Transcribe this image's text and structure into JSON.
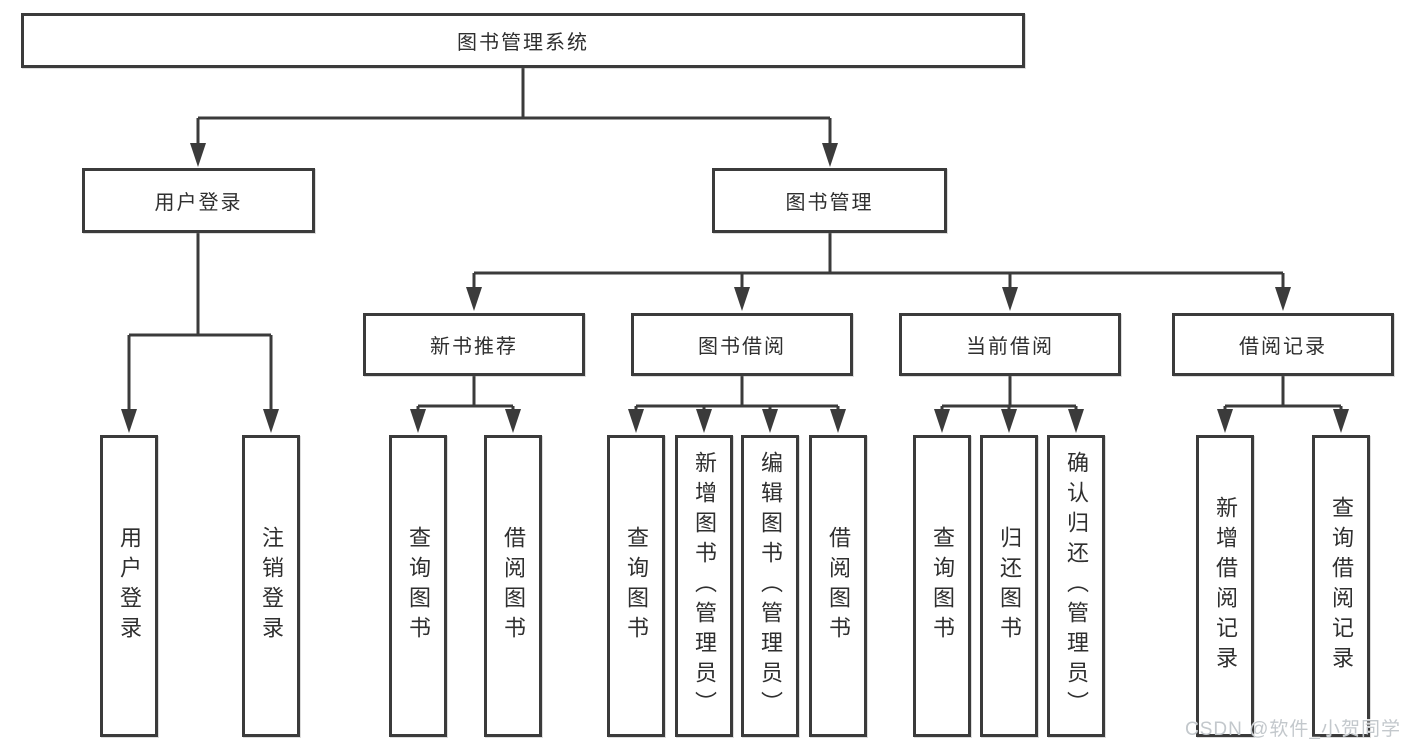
{
  "diagram": {
    "root": {
      "label": "图书管理系统"
    },
    "level2": [
      {
        "label": "用户登录"
      },
      {
        "label": "图书管理"
      }
    ],
    "level3": [
      {
        "label": "新书推荐"
      },
      {
        "label": "图书借阅"
      },
      {
        "label": "当前借阅"
      },
      {
        "label": "借阅记录"
      }
    ],
    "leaves": {
      "user_login": [
        "用户登录",
        "注销登录"
      ],
      "new_book": [
        "查询图书",
        "借阅图书"
      ],
      "borrow": [
        "查询图书",
        "新增图书（管理员）",
        "编辑图书（管理员）",
        "借阅图书"
      ],
      "current": [
        "查询图书",
        "归还图书",
        "确认归还（管理员）"
      ],
      "records": [
        "新增借阅记录",
        "查询借阅记录"
      ]
    }
  },
  "watermark": "CSDN @软件_小贺同学",
  "colors": {
    "line": "#3b3b3b",
    "border": "#3b3b3b",
    "text": "#2f2f2f",
    "watermark": "#c3c8cc",
    "background": "#ffffff"
  }
}
